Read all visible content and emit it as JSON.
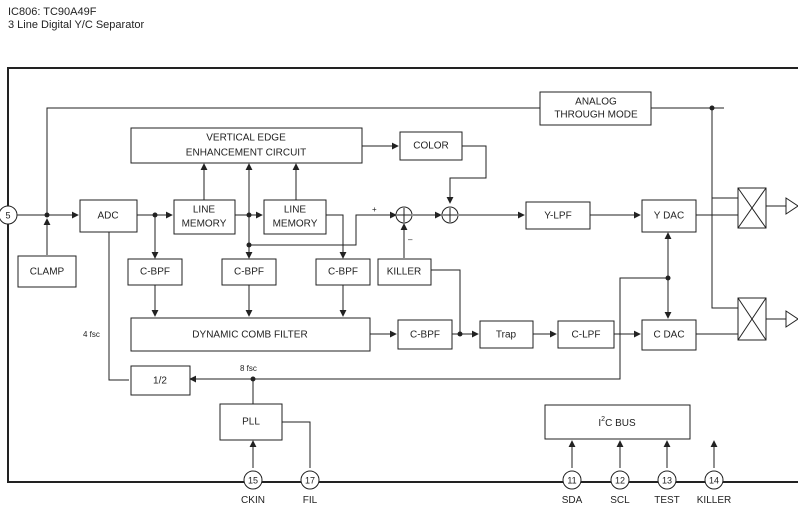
{
  "header": {
    "line1": "IC806: TC90A49F",
    "line2": "3 Line Digital Y/C Separator"
  },
  "blocks": {
    "analog_through_1": "ANALOG",
    "analog_through_2": "THROUGH MODE",
    "vertical_edge_1": "VERTICAL EDGE",
    "vertical_edge_2": "ENHANCEMENT CIRCUIT",
    "color": "COLOR",
    "adc": "ADC",
    "line_memory_1a": "LINE",
    "line_memory_1b": "MEMORY",
    "line_memory_2a": "LINE",
    "line_memory_2b": "MEMORY",
    "clamp": "CLAMP",
    "cbpf_1": "C-BPF",
    "cbpf_2": "C-BPF",
    "cbpf_3": "C-BPF",
    "killer": "KILLER",
    "y_lpf": "Y-LPF",
    "y_dac": "Y DAC",
    "dynamic_comb": "DYNAMIC COMB FILTER",
    "cbpf_out": "C-BPF",
    "trap": "Trap",
    "c_lpf": "C-LPF",
    "c_dac": "C DAC",
    "half": "1/2",
    "pll": "PLL",
    "i2c_prefix": "I",
    "i2c_sup": "2",
    "i2c_suffix": "C BUS"
  },
  "signals": {
    "fsc4": "4 fsc",
    "fsc8": "8 fsc",
    "plus": "+",
    "minus": "–"
  },
  "pins": [
    {
      "num": "5",
      "label": ""
    },
    {
      "num": "15",
      "label": "CKIN"
    },
    {
      "num": "17",
      "label": "FIL"
    },
    {
      "num": "11",
      "label": "SDA"
    },
    {
      "num": "12",
      "label": "SCL"
    },
    {
      "num": "13",
      "label": "TEST"
    },
    {
      "num": "14",
      "label": "KILLER"
    }
  ]
}
